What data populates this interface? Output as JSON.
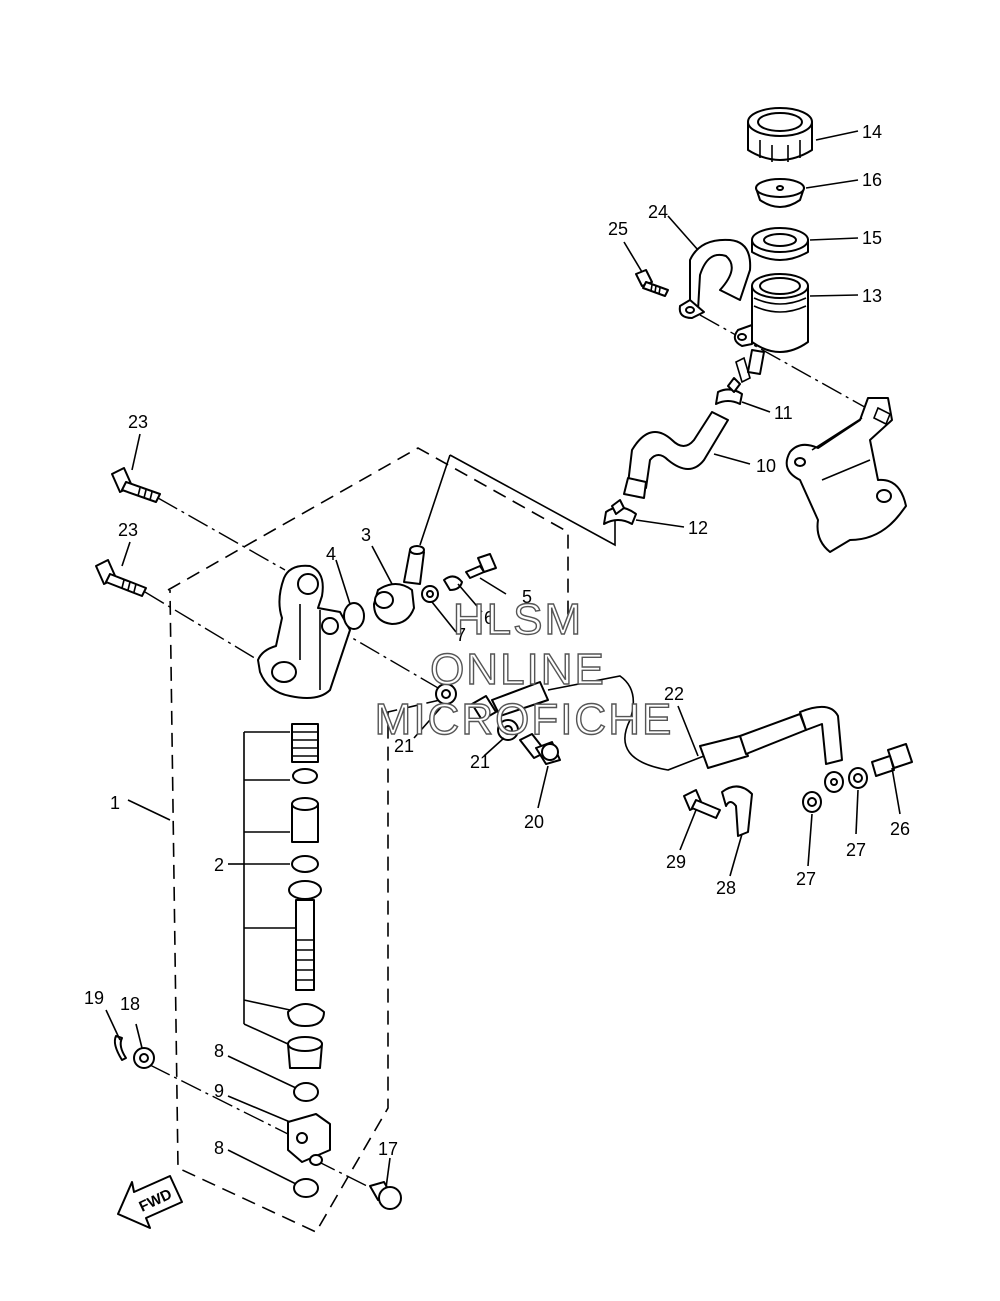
{
  "watermark": {
    "line1": "HLSM",
    "line2": "ONLINE",
    "line3": "MICROFICHE"
  },
  "direction_label": "FWD",
  "callouts": {
    "c1": "1",
    "c2": "2",
    "c3": "3",
    "c4": "4",
    "c5": "5",
    "c6": "6",
    "c7": "7",
    "c8a": "8",
    "c8b": "8",
    "c9": "9",
    "c10": "10",
    "c11": "11",
    "c12": "12",
    "c13": "13",
    "c14": "14",
    "c15": "15",
    "c16": "16",
    "c17": "17",
    "c18": "18",
    "c19": "19",
    "c20": "20",
    "c21a": "21",
    "c21b": "21",
    "c22": "22",
    "c23a": "23",
    "c23b": "23",
    "c24": "24",
    "c25": "25",
    "c26": "26",
    "c27a": "27",
    "c27b": "27",
    "c28": "28",
    "c29": "29"
  }
}
